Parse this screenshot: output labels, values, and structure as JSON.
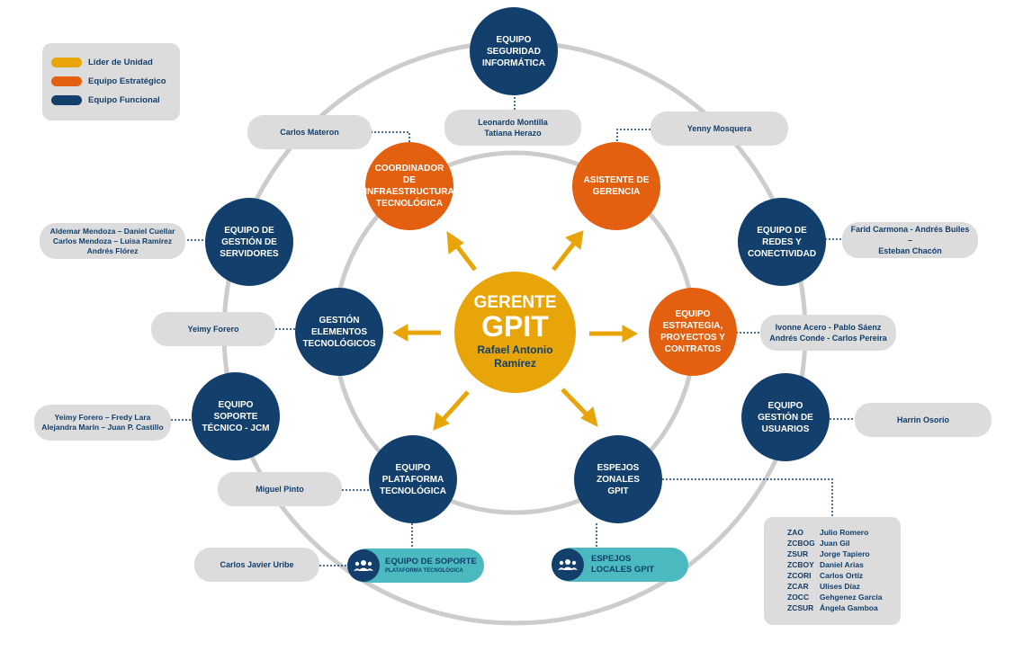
{
  "legend": {
    "items": [
      {
        "label": "Líder de Unidad",
        "color": "#e8a50a"
      },
      {
        "label": "Equipo Estratégico",
        "color": "#e2600f"
      },
      {
        "label": "Equipo Funcional",
        "color": "#123f6b"
      }
    ]
  },
  "center": {
    "title1": "GERENTE",
    "title2": "GPIT",
    "name1": "Rafael Antonio",
    "name2": "Ramírez"
  },
  "nodes": {
    "seguridad": [
      "EQUIPO",
      "SEGURIDAD",
      "INFORMÁTICA"
    ],
    "coordinador": [
      "COORDINADOR",
      "DE",
      "INFRAESTRUCTURA",
      "TECNOLÓGICA"
    ],
    "asistente": [
      "ASISTENTE DE",
      "GERENCIA"
    ],
    "servidores": [
      "EQUIPO DE",
      "GESTIÓN DE",
      "SERVIDORES"
    ],
    "redes": [
      "EQUIPO DE",
      "REDES Y",
      "CONECTIVIDAD"
    ],
    "gestion_elementos": [
      "GESTIÓN",
      "ELEMENTOS",
      "TECNOLÓGICOS"
    ],
    "estrategia": [
      "EQUIPO",
      "ESTRATEGIA,",
      "PROYECTOS Y",
      "CONTRATOS"
    ],
    "soporte_tecnico": [
      "EQUIPO",
      "SOPORTE",
      "TÉCNICO - JCM"
    ],
    "usuarios": [
      "EQUIPO",
      "GESTIÓN DE",
      "USUARIOS"
    ],
    "plataforma": [
      "EQUIPO",
      "PLATAFORMA",
      "TECNOLÓGICA"
    ],
    "espejos": [
      "ESPEJOS",
      "ZONALES",
      "GPIT"
    ]
  },
  "people": {
    "seguridad": [
      "Leonardo Montilla",
      "Tatiana Herazo"
    ],
    "coordinador": [
      "Carlos Materon"
    ],
    "asistente": [
      "Yenny Mosquera"
    ],
    "servidores": [
      "Aldemar Mendoza – Daniel Cuellar",
      "Carlos Mendoza – Luisa Ramírez",
      "Andrés Flórez"
    ],
    "redes": [
      "Farid Carmona - Andrés Builes –",
      "Esteban Chacón"
    ],
    "gestion_elementos": [
      "Yeimy Forero"
    ],
    "estrategia": [
      "Ivonne Acero - Pablo Sáenz",
      "Andrés Conde - Carlos Pereira"
    ],
    "soporte_tecnico": [
      "Yeimy Forero – Fredy Lara",
      "Alejandra Marín – Juan P. Castillo"
    ],
    "usuarios": [
      "Harrin Osorio"
    ],
    "plataforma": [
      "Miguel Pinto"
    ],
    "soporte_plataforma": [
      "Carlos Javier Uribe"
    ]
  },
  "teal_boxes": {
    "soporte": {
      "line1": "EQUIPO DE SOPORTE",
      "line2": "PLATAFORMA TECNOLÓGICA"
    },
    "espejos_locales": {
      "line1": "ESPEJOS",
      "line2": "LOCALES GPIT"
    }
  },
  "zones": [
    {
      "code": "ZAO",
      "name": "Julio Romero"
    },
    {
      "code": "ZCBOG",
      "name": "Juan Gil"
    },
    {
      "code": "ZSUR",
      "name": "Jorge Tapiero"
    },
    {
      "code": "ZCBOY",
      "name": "Daniel Arias"
    },
    {
      "code": "ZCORI",
      "name": "Carlos Ortíz"
    },
    {
      "code": "ZCAR",
      "name": "Ulises Díaz"
    },
    {
      "code": "ZOCC",
      "name": "Gehgenez García"
    },
    {
      "code": "ZCSUR",
      "name": "Ángela Gamboa"
    }
  ],
  "colors": {
    "navy": "#123f6b",
    "orange": "#e2600f",
    "gold": "#e8a50a",
    "teal": "#4bbac0",
    "gray": "#dcdcdc",
    "ring": "#cccccc"
  }
}
